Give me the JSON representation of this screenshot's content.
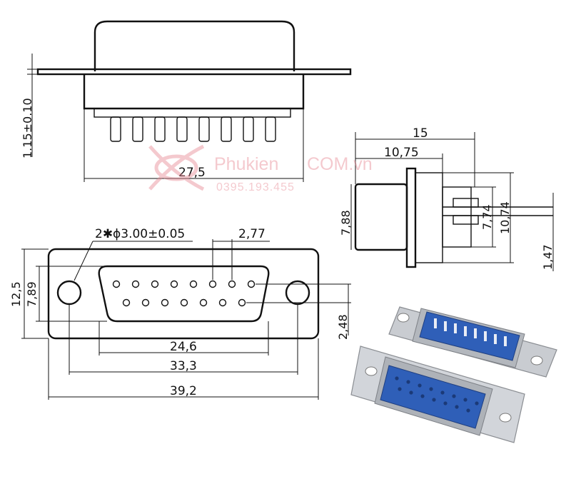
{
  "dimensions": {
    "flange_thickness": "1.15±0.10",
    "pin_row_width": "27,5",
    "depth_total": "15",
    "depth_body": "10,75",
    "height_left": "7,88",
    "height_inner": "7,74",
    "height_outer": "10,74",
    "pin_offset": "1,47",
    "mount_hole": "2✱ϕ3.00±0.05",
    "pin_pitch": "2,77",
    "flange_height": "12,5",
    "shell_height": "7,89",
    "row_spacing": "2,48",
    "shell_width": "24,6",
    "hole_spacing": "33,3",
    "flange_width": "39,2"
  },
  "watermark": {
    "brand_a": "Phukien",
    "brand_b": "COM.vn",
    "phone": "0395.193.455"
  },
  "colors": {
    "line": "#111111",
    "connector_blue": "#2f5fb8",
    "metal": "#c9ccd1",
    "watermark": "#e88a94"
  }
}
